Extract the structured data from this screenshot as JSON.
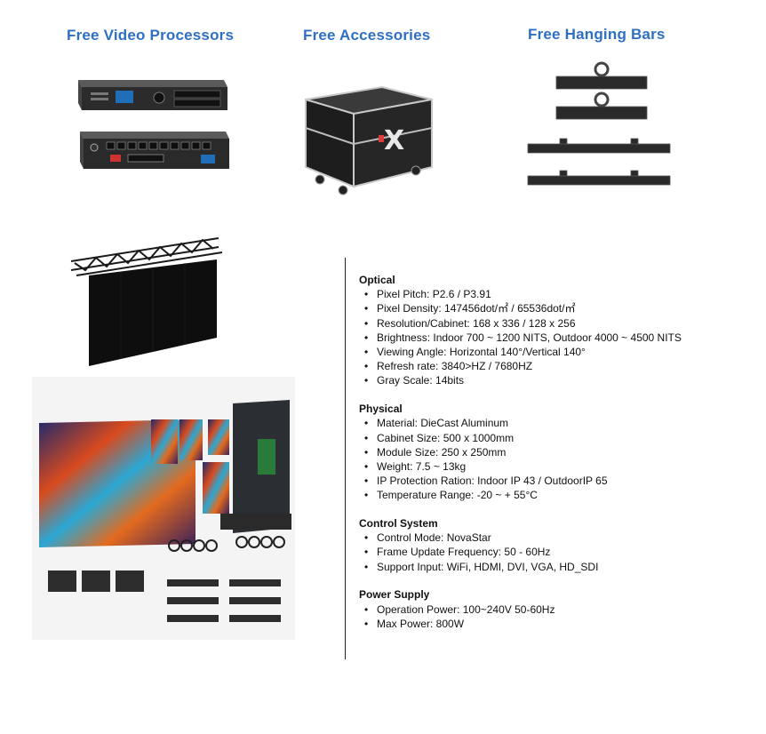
{
  "headers": {
    "processors": "Free Video Processors",
    "accessories": "Free Accessories",
    "hanging_bars": "Free Hanging Bars"
  },
  "specs": [
    {
      "title": "Optical",
      "items": [
        "Pixel Pitch: P2.6 / P3.91",
        "Pixel Density: 147456dot/㎡ / 65536dot/㎡",
        "Resolution/Cabinet: 168 x 336 / 128 x 256",
        "Brightness: Indoor 700 ~ 1200 NITS, Outdoor 4000 ~ 4500 NITS",
        "Viewing Angle: Horizontal 140°/Vertical 140°",
        "Refresh rate: 3840>HZ / 7680HZ",
        "Gray Scale: 14bits"
      ]
    },
    {
      "title": "Physical",
      "items": [
        "Material: DieCast Aluminum",
        "Cabinet Size: 500 x 1000mm",
        "Module Size: 250 x 250mm",
        "Weight: 7.5 ~ 13kg",
        "IP Protection Ration: Indoor IP 43 / OutdoorIP 65",
        "Temperature Range: -20 ~ + 55°C"
      ]
    },
    {
      "title": "Control System",
      "items": [
        "Control Mode: NovaStar",
        "Frame Update Frequency: 50 - 60Hz",
        "Support Input: WiFi, HDMI, DVI, VGA, HD_SDI"
      ]
    },
    {
      "title": "Power Supply",
      "items": [
        "Operation Power: 100~240V 50-60Hz",
        "Max Power: 800W"
      ]
    }
  ]
}
